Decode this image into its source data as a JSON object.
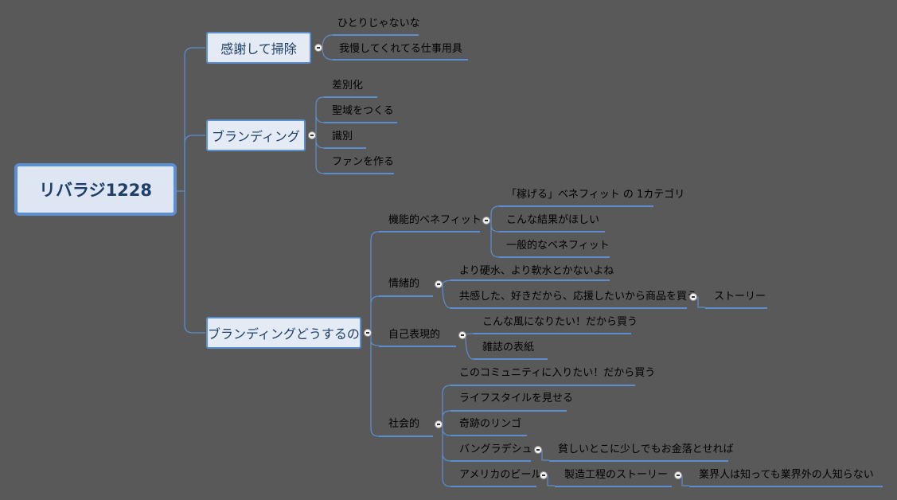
{
  "root": {
    "label": "リバラジ1228"
  },
  "branches": [
    {
      "label": "感謝して掃除",
      "children": [
        {
          "label": "ひとりじゃないな"
        },
        {
          "label": "我慢してくれてる仕事用具"
        }
      ]
    },
    {
      "label": "ブランディング",
      "children": [
        {
          "label": "差別化"
        },
        {
          "label": "聖域をつくる"
        },
        {
          "label": "識別"
        },
        {
          "label": "ファンを作る"
        }
      ]
    },
    {
      "label": "ブランディングどうするの",
      "children": [
        {
          "label": "機能的ベネフィット",
          "children": [
            {
              "label": "「稼げる」ベネフィット の 1カテゴリ"
            },
            {
              "label": "こんな結果がほしい"
            },
            {
              "label": "一般的なベネフィット"
            }
          ]
        },
        {
          "label": "情緒的",
          "children": [
            {
              "label": "より硬水、より軟水とかないよね"
            },
            {
              "label": "共感した、好きだから、応援したいから商品を買う",
              "children": [
                {
                  "label": "ストーリー"
                }
              ]
            }
          ]
        },
        {
          "label": "自己表現的",
          "children": [
            {
              "label": "こんな風になりたい！だから買う"
            },
            {
              "label": "雑誌の表紙"
            }
          ]
        },
        {
          "label": "社会的",
          "children": [
            {
              "label": "このコミュニティに入りたい！だから買う"
            },
            {
              "label": "ライフスタイルを見せる"
            },
            {
              "label": "奇跡のリンゴ"
            },
            {
              "label": "バングラデシュ",
              "children": [
                {
                  "label": "貧しいとこに少しでもお金落とせれば"
                }
              ]
            },
            {
              "label": "アメリカのビール",
              "children": [
                {
                  "label": "製造工程のストーリー",
                  "children": [
                    {
                      "label": "業界人は知っても業界外の人知らない"
                    }
                  ]
                }
              ]
            }
          ]
        }
      ]
    }
  ]
}
